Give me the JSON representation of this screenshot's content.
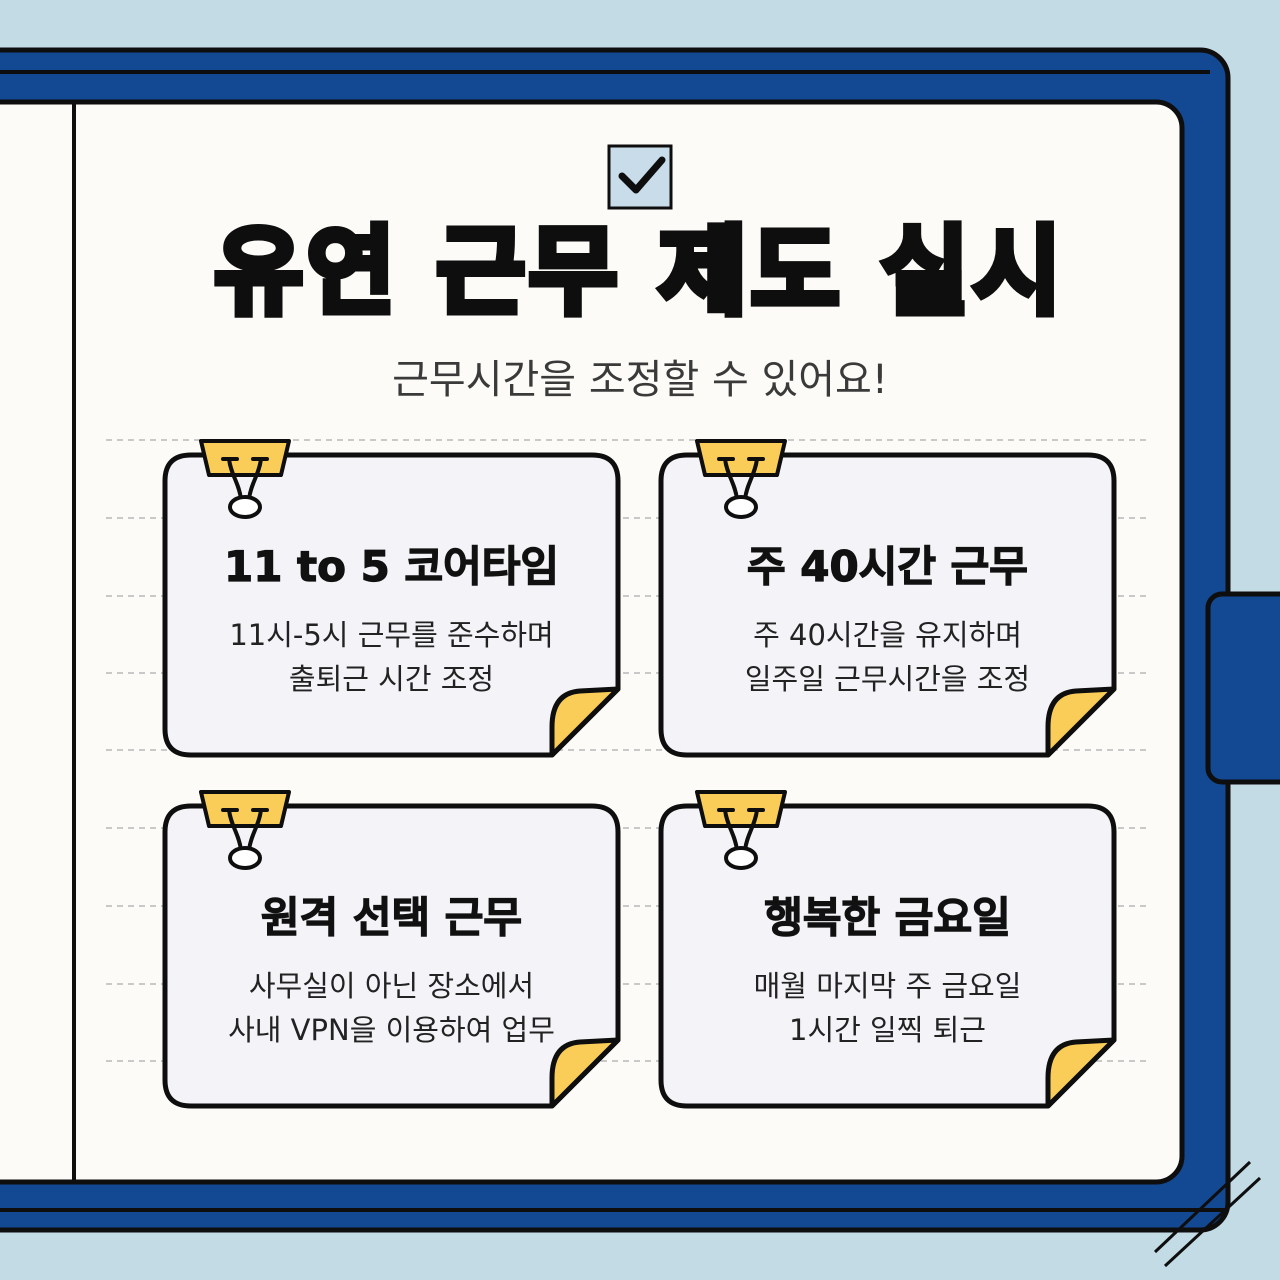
{
  "title": "유연 근무 제도 실시",
  "subtitle": "근무시간을 조정할 수 있어요!",
  "colors": {
    "background": "#c3dbe5",
    "cover_blue": "#134892",
    "paper": "#fcfbf7",
    "card_fill": "#f4f4f8",
    "clip_yellow": "#f9cd57",
    "checkbox_fill": "#c8dde9",
    "outline": "#0e0e0e"
  },
  "icons": {
    "checkbox": "checkbox-check-icon",
    "clip": "binder-clip-icon"
  },
  "cards": [
    {
      "title": "11 to 5 코어타임",
      "lines": [
        "11시-5시 근무를 준수하며",
        "출퇴근 시간 조정"
      ]
    },
    {
      "title": "주 40시간 근무",
      "lines": [
        "주 40시간을 유지하며",
        "일주일 근무시간을 조정"
      ]
    },
    {
      "title": "원격 선택 근무",
      "lines": [
        "사무실이 아닌 장소에서",
        "사내 VPN을 이용하여 업무"
      ]
    },
    {
      "title": "행복한 금요일",
      "lines": [
        "매월 마지막 주 금요일",
        "1시간 일찍 퇴근"
      ]
    }
  ]
}
